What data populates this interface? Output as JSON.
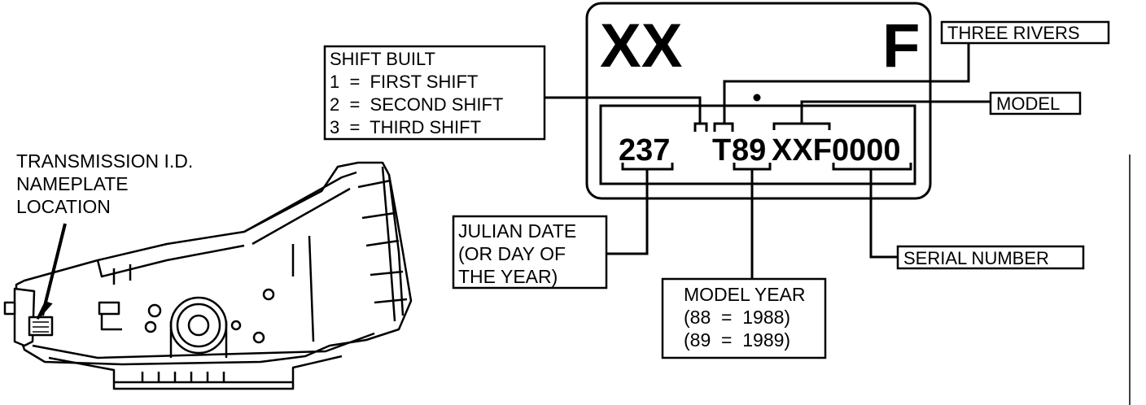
{
  "nameplate": {
    "top_left_code": "XX",
    "top_right_code": "F",
    "date_code": "237",
    "plant_code": "T",
    "year_code": "89",
    "model_code": "XXF",
    "serial_code": "0000"
  },
  "callouts": {
    "location": [
      "TRANSMISSION I.D.",
      "NAMEPLATE",
      "LOCATION"
    ],
    "shift": [
      "SHIFT BUILT",
      "1  =  FIRST SHIFT",
      "2  =  SECOND SHIFT",
      "3  =  THIRD SHIFT"
    ],
    "three_rivers": "THREE RIVERS",
    "model": "MODEL",
    "julian": [
      "JULIAN DATE",
      "(OR DAY OF",
      "THE YEAR)"
    ],
    "model_year": [
      "MODEL YEAR",
      "(88  =  1988)",
      "(89  =  1989)"
    ],
    "serial": "SERIAL NUMBER"
  }
}
